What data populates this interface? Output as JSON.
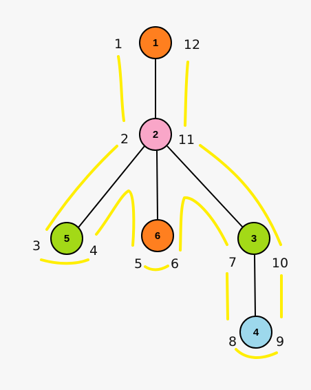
{
  "colors": {
    "background": "#f7f7f7",
    "edge": "#000000",
    "node_stroke": "#000000",
    "traversal_path": "#ffee00"
  },
  "nodes": [
    {
      "id": "1",
      "label": "1",
      "fill": "#ff7f1f"
    },
    {
      "id": "2",
      "label": "2",
      "fill": "#f9a6c8"
    },
    {
      "id": "5",
      "label": "5",
      "fill": "#a3d917"
    },
    {
      "id": "6",
      "label": "6",
      "fill": "#ff7f1f"
    },
    {
      "id": "3",
      "label": "3",
      "fill": "#a3d917"
    },
    {
      "id": "4",
      "label": "4",
      "fill": "#9dd8ec"
    }
  ],
  "edges": [
    {
      "from": "1",
      "to": "2"
    },
    {
      "from": "2",
      "to": "5"
    },
    {
      "from": "2",
      "to": "6"
    },
    {
      "from": "2",
      "to": "3"
    },
    {
      "from": "3",
      "to": "4"
    }
  ],
  "order_labels": [
    "1",
    "2",
    "3",
    "4",
    "5",
    "6",
    "7",
    "8",
    "9",
    "10",
    "11",
    "12"
  ]
}
